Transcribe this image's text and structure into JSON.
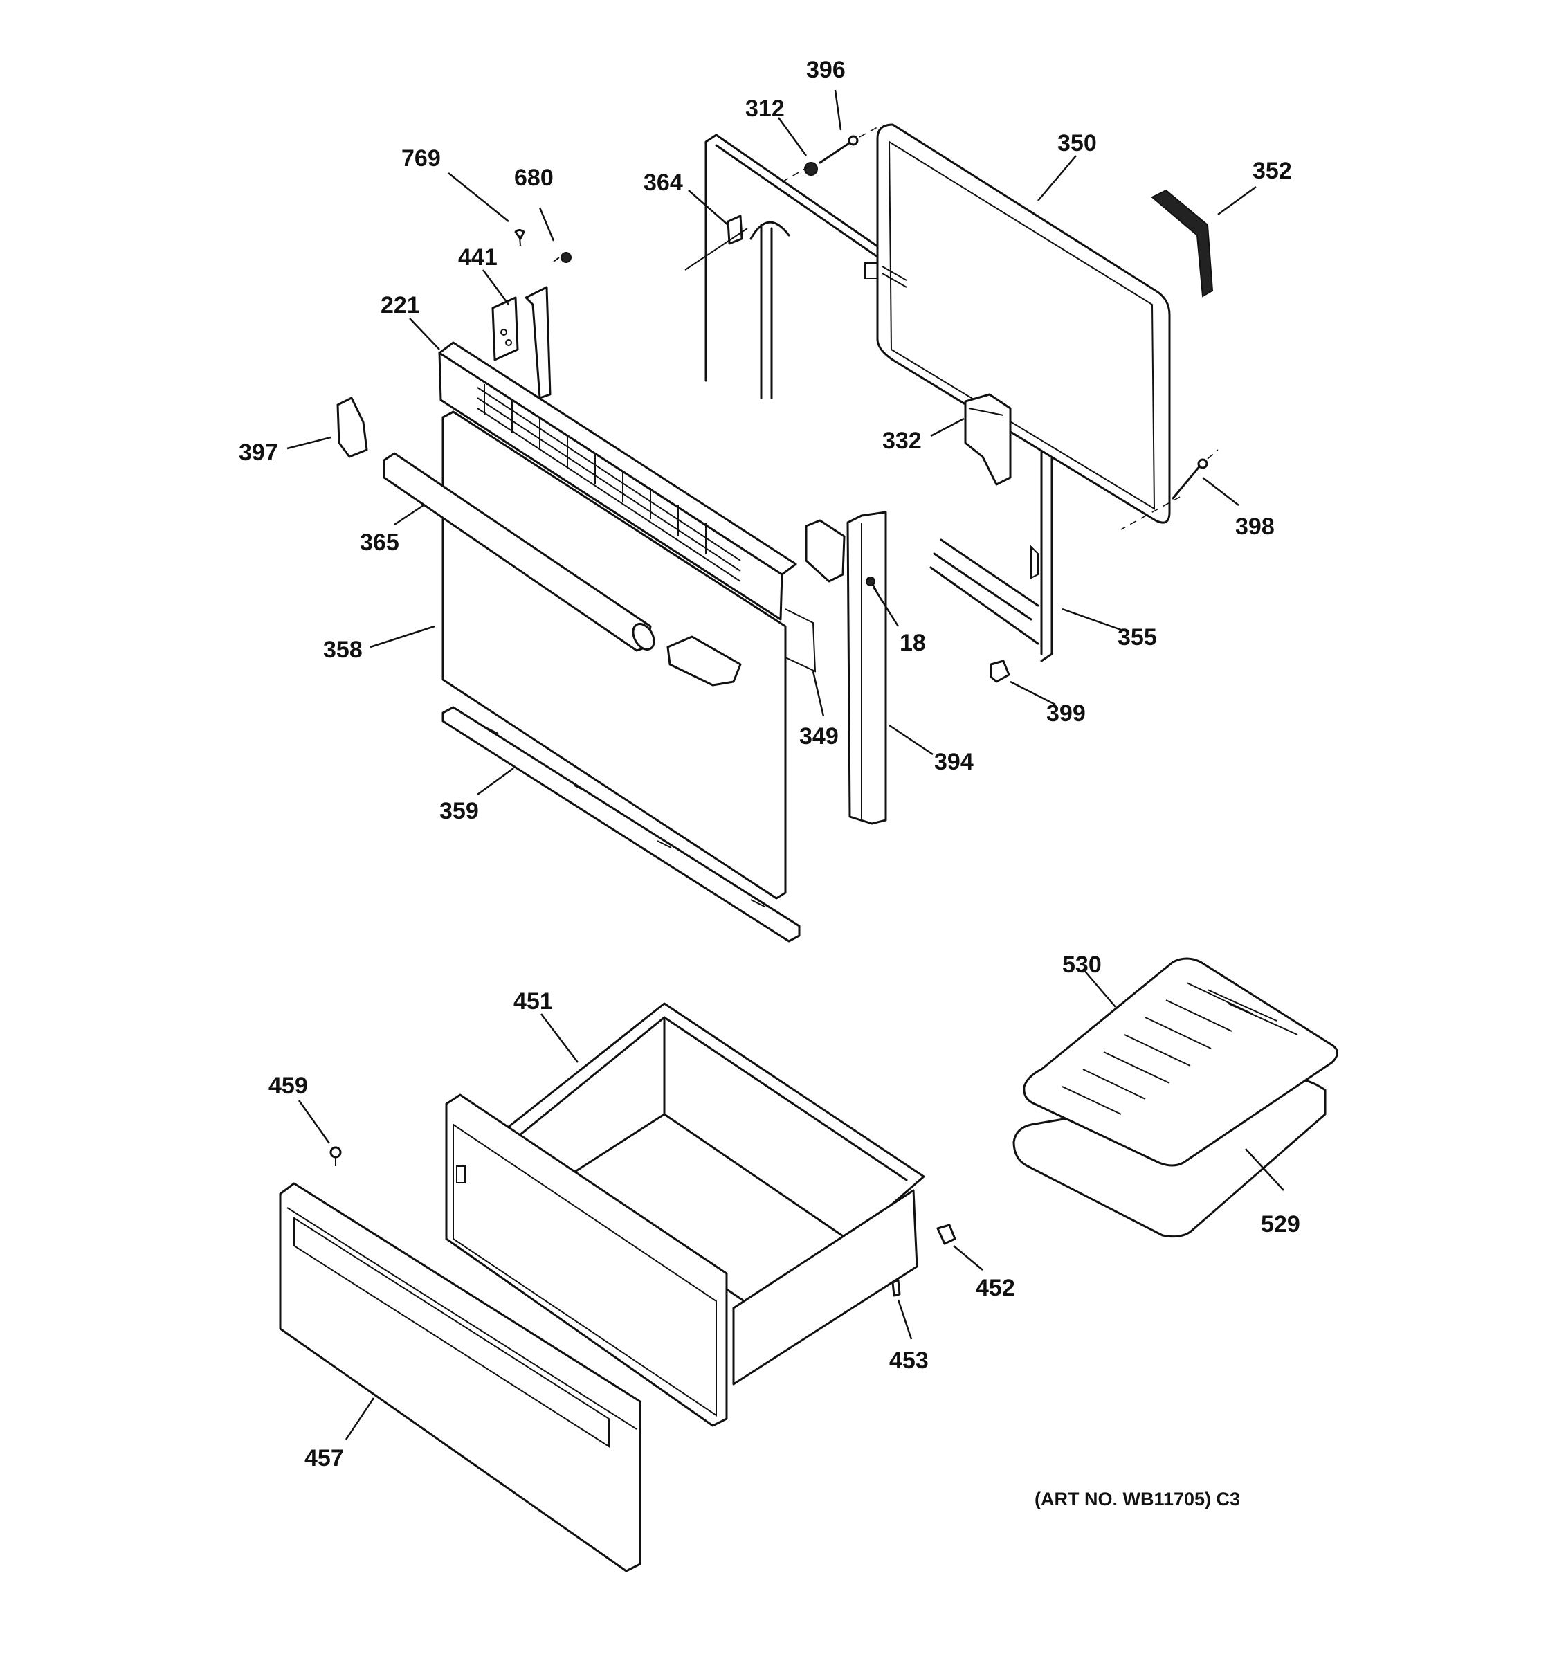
{
  "callouts": {
    "c396": "396",
    "c312": "312",
    "c350": "350",
    "c352": "352",
    "c769": "769",
    "c680": "680",
    "c364": "364",
    "c441": "441",
    "c221": "221",
    "c397": "397",
    "c332": "332",
    "c398": "398",
    "c365": "365",
    "c18": "18",
    "c355": "355",
    "c358": "358",
    "c399": "399",
    "c349": "349",
    "c394": "394",
    "c359": "359",
    "c530": "530",
    "c451": "451",
    "c459": "459",
    "c529": "529",
    "c452": "452",
    "c453": "453",
    "c457": "457"
  },
  "art_number": "(ART NO. WB11705) C3"
}
